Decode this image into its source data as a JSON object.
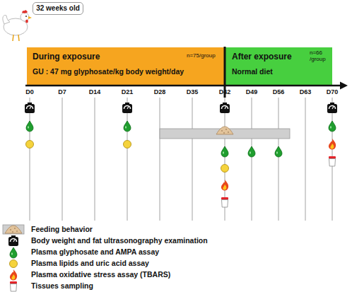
{
  "diagram": {
    "nodes": [
      {
        "text": [
          "32 weeks old"
        ]
      },
      {
        "text": [
          "During exposure",
          "n=75/group",
          "GU : 47 mg glyphosate/kg body weight/day"
        ]
      },
      {
        "text": [
          "After exposure",
          "n=66 /group",
          "Normal diet"
        ]
      }
    ],
    "labels": [
      "D0",
      "D7",
      "D14",
      "D21",
      "D28",
      "D35",
      "D42",
      "D49",
      "D56",
      "D63",
      "D70"
    ],
    "legend": [
      {
        "text": "Feeding behavior"
      },
      {
        "text": "Body weight and fat ultrasonography examination"
      },
      {
        "text": "Plasma glyphosate and AMPA assay"
      },
      {
        "text": "Plasma lipids and uric acid assay"
      },
      {
        "text": "Plasma oxidative stress assay (TBARS)"
      },
      {
        "text": "Tissues sampling"
      }
    ]
  }
}
